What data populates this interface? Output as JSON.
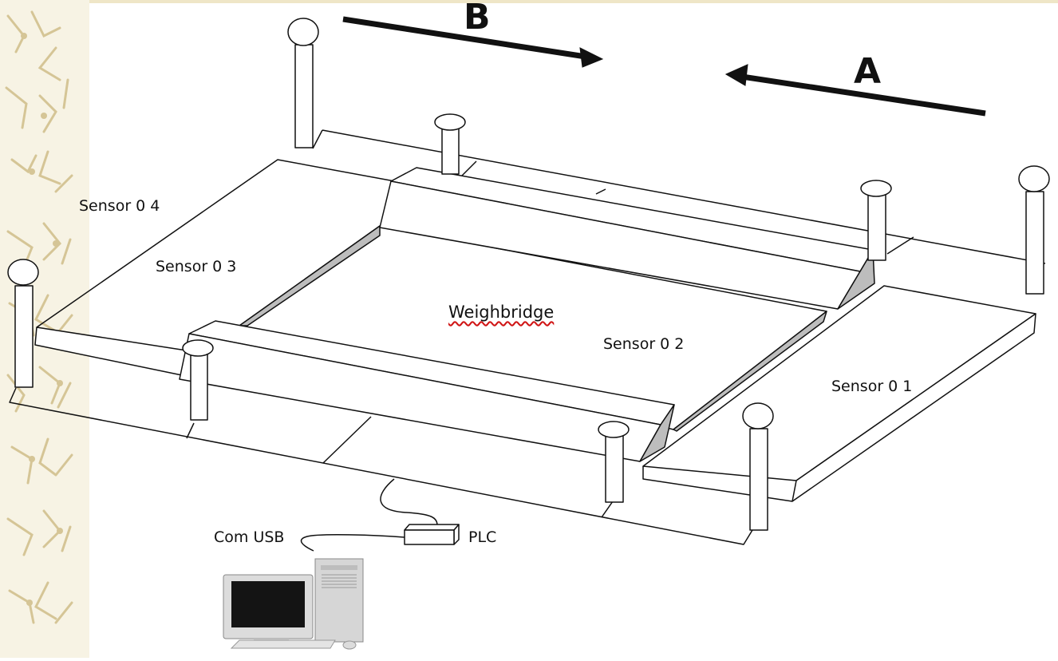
{
  "labels": {
    "direction_a": "A",
    "direction_b": "B",
    "sensor_01": "Sensor 0 1",
    "sensor_02": "Sensor 0 2",
    "sensor_03": "Sensor 0 3",
    "sensor_04": "Sensor 0 4",
    "weighbridge": "Weighbridge",
    "plc": "PLC",
    "com_usb": "Com USB"
  },
  "colors": {
    "background": "#ffffff",
    "decorative_border": "#d9c99a",
    "stroke": "#111111",
    "ramp_side_shade": "#bdbdbd",
    "spellcheck_underline": "#d01515"
  },
  "icons": {
    "computer": "desktop-computer-icon",
    "plc_box": "plc-box-icon",
    "sensor_post": "sensor-post-icon"
  }
}
